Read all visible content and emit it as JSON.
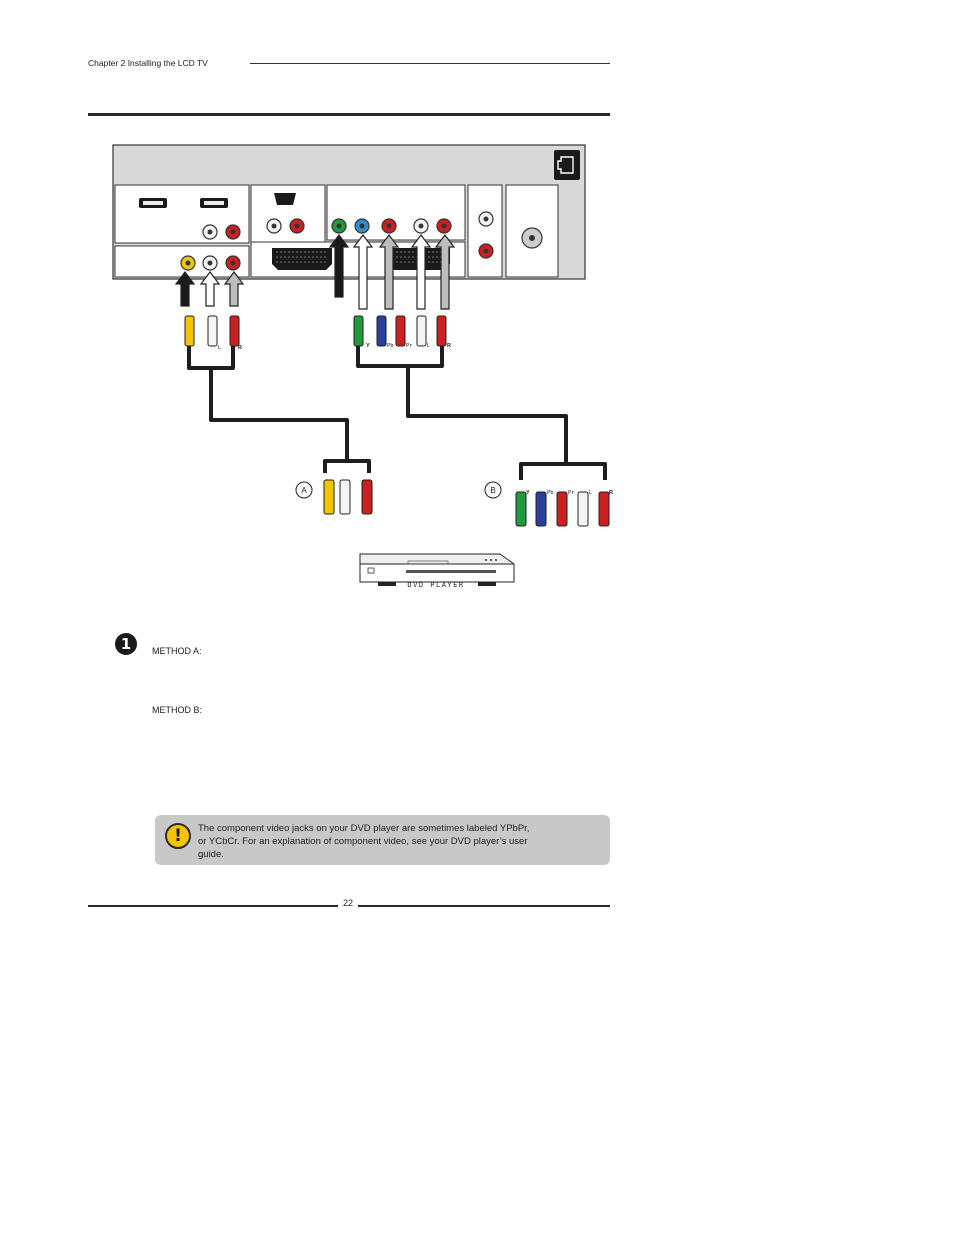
{
  "header": {
    "chapter_title": "Chapter 2 Installing the LCD TV"
  },
  "diagram": {
    "callouts": {
      "a": "A",
      "b": "B"
    },
    "plug_labels": {
      "y": "Y",
      "pb": "Pb",
      "pr": "Pr",
      "l": "L",
      "r": "R"
    },
    "dvd_label": "DVD PLAYER",
    "colors": {
      "yellow": "#f2c500",
      "white": "#f4f4f4",
      "red": "#cc1f1f",
      "green": "#1f9a3c",
      "blue": "#2b3f9e",
      "panel": "#d9d9d9"
    }
  },
  "steps": {
    "step1_number": "1",
    "method_a_label": "METHOD A:",
    "method_b_label": "METHOD B:"
  },
  "note": {
    "icon": "exclamation-icon",
    "text": "The component video jacks on your DVD player are sometimes labeled YPbPr, or YCbCr.  For an explanation of component video, see your DVD player’s user guide."
  },
  "footer": {
    "page_number": "22"
  }
}
